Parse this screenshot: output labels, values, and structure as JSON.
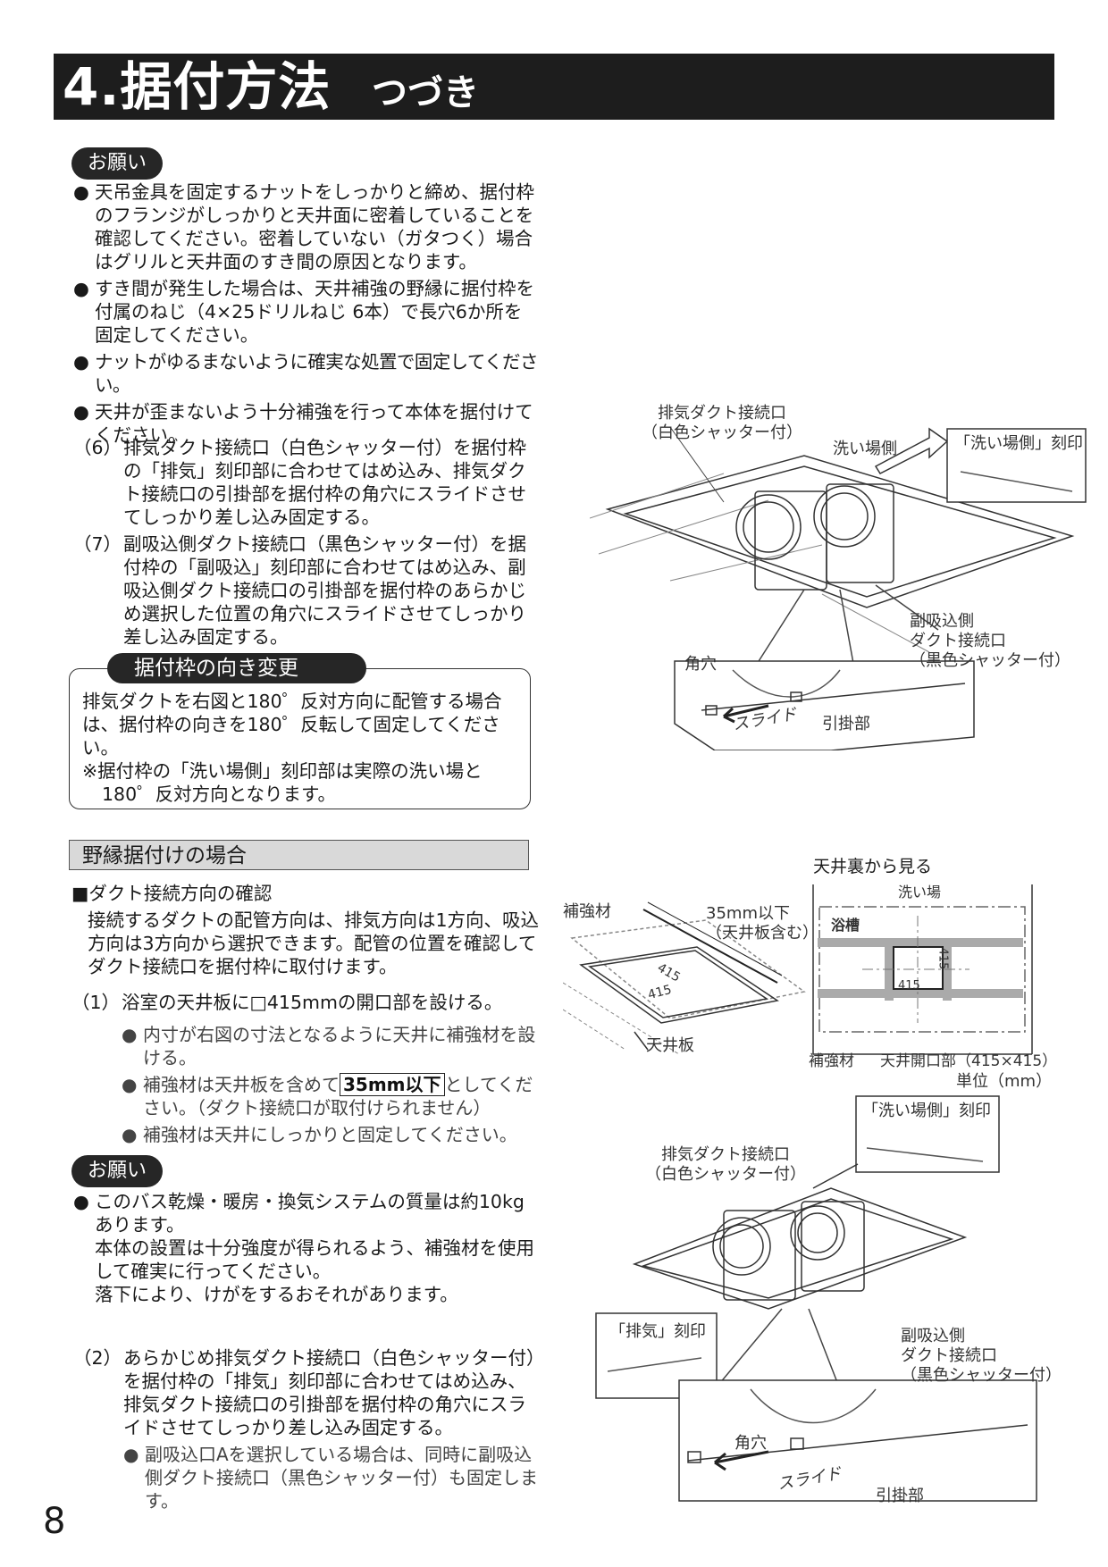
{
  "header": {
    "title": "4.据付方法",
    "subtitle": "つづき"
  },
  "notice1": {
    "label": "お願い",
    "bullets": [
      "天吊金具を固定するナットをしっかりと締め、据付枠のフランジがしっかりと天井面に密着していることを確認してください。密着していない（ガタつく）場合はグリルと天井面のすき間の原因となります。",
      "すき間が発生した場合は、天井補強の野縁に据付枠を付属のねじ（4×25ドリルねじ 6本）で長穴6か所を固定してください。",
      "ナットがゆるまないように確実な処置で固定してください。",
      "天井が歪まないよう十分補強を行って本体を据付けてください。"
    ]
  },
  "steps_a": [
    {
      "num": "（6）",
      "text": "排気ダクト接続口（白色シャッター付）を据付枠の「排気」刻印部に合わせてはめ込み、排気ダクト接続口の引掛部を据付枠の角穴にスライドさせてしっかり差し込み固定する。"
    },
    {
      "num": "（7）",
      "text": "副吸込側ダクト接続口（黒色シャッター付）を据付枠の「副吸込」刻印部に合わせてはめ込み、副吸込側ダクト接続口の引掛部を据付枠のあらかじめ選択した位置の角穴にスライドさせてしっかり差し込み固定する。"
    }
  ],
  "orient_box": {
    "label": "据付枠の向き変更",
    "text": "排気ダクトを右図と180゜反対方向に配管する場合は、据付枠の向きを180゜反転して固定してください。",
    "note": "※据付枠の「洗い場側」刻印部は実際の洗い場と180゜反対方向となります。"
  },
  "section": {
    "heading": "野縁据付けの場合",
    "sub_heading": "■ダクト接続方向の確認",
    "intro": "接続するダクトの配管方向は、排気方向は1方向、吸込方向は3方向から選択できます。配管の位置を確認してダクト接続口を据付枠に取付けます。",
    "step1": {
      "num": "（1）",
      "text": "浴室の天井板に□415mmの開口部を設ける。"
    },
    "step1_bullets": [
      "内寸が右図の寸法となるように天井に補強材を設ける。",
      "補強材は天井板を含めて35mm以下としてください。（ダクト接続口が取付けられません）",
      "補強材は天井にしっかりと固定してください。"
    ],
    "bullet2_pre": "補強材は天井板を含めて",
    "bullet2_key": "35mm以下",
    "bullet2_post": "としてください。（ダクト接続口が取付けられません）"
  },
  "notice2": {
    "label": "お願い",
    "text1": "このバス乾燥・暖房・換気システムの質量は約10kgあります。",
    "text2": "本体の設置は十分強度が得られるよう、補強材を使用して確実に行ってください。",
    "text3": "落下により、けがをするおそれがあります。"
  },
  "step2": {
    "num": "（2）",
    "text": "あらかじめ排気ダクト接続口（白色シャッター付）を据付枠の「排気」刻印部に合わせてはめ込み、排気ダクト接続口の引掛部を据付枠の角穴にスライドさせてしっかり差し込み固定する。",
    "bullet": "副吸込口Aを選択している場合は、同時に副吸込側ダクト接続口（黒色シャッター付）も固定します。"
  },
  "fig1": {
    "exhaust1": "排気ダクト接続口",
    "exhaust2": "（白色シャッター付）",
    "washing": "洗い場側",
    "stamp_label": "「洗い場側」刻印",
    "sub1": "副吸込側",
    "sub2": "ダクト接続口",
    "sub3": "（黒色シャッター付）",
    "square_hole": "角穴",
    "slide": "スライド",
    "hook": "引掛部"
  },
  "fig2": {
    "reinforce": "補強材",
    "dim1": "35mm以下",
    "dim2": "（天井板含む）",
    "size": "415",
    "ceiling": "天井板"
  },
  "fig3": {
    "title": "天井裏から見る",
    "washing": "洗い場",
    "tub": "浴槽",
    "size": "415",
    "reinforce": "補強材",
    "opening": "天井開口部（415×415）",
    "unit": "単位（mm）"
  },
  "fig4": {
    "stamp_label": "「洗い場側」刻印",
    "exhaust1": "排気ダクト接続口",
    "exhaust2": "（白色シャッター付）",
    "exhaust_stamp": "「排気」刻印",
    "sub1": "副吸込側",
    "sub2": "ダクト接続口",
    "sub3": "（黒色シャッター付）",
    "square_hole": "角穴",
    "slide": "スライド",
    "hook": "引掛部"
  },
  "page_number": "8"
}
